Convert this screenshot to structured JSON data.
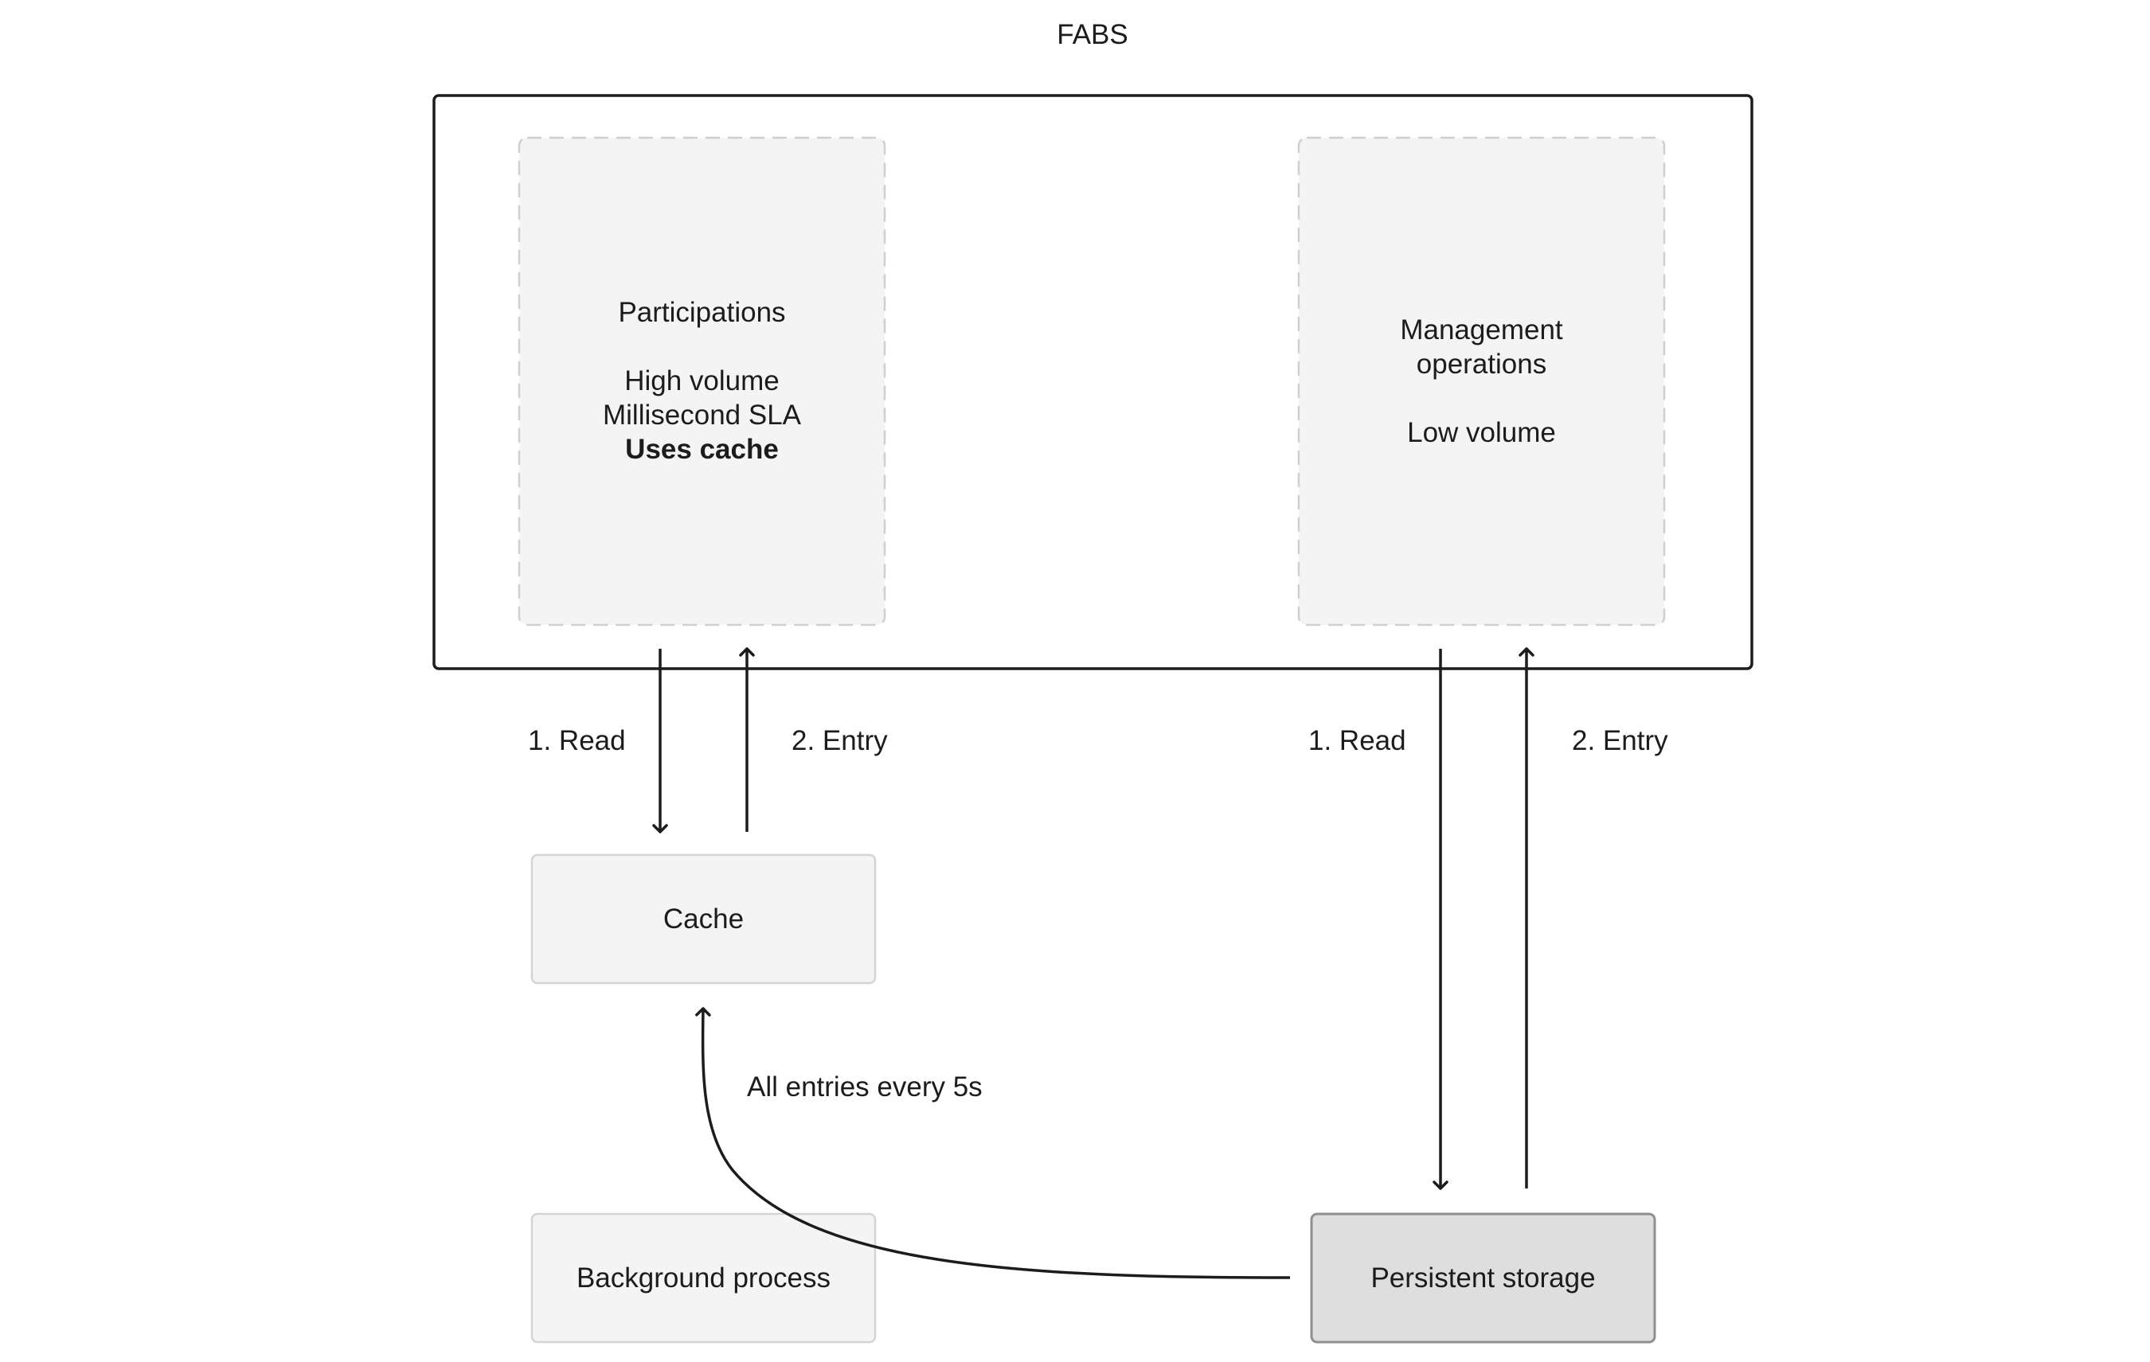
{
  "diagram": {
    "title": "FABS",
    "participations": {
      "title": "Participations",
      "line1": "High volume",
      "line2": "Millisecond SLA",
      "line3": "Uses cache"
    },
    "management": {
      "line1": "Management",
      "line2": "operations",
      "line3": "Low volume"
    },
    "left_read": "1. Read",
    "left_entry": "2. Entry",
    "right_read": "1. Read",
    "right_entry": "2. Entry",
    "cache": "Cache",
    "background": "Background process",
    "storage": "Persistent storage",
    "refresh": "All entries every 5s"
  },
  "colors": {
    "stroke": "#1c1c1c",
    "panel_fill": "#f4f4f4",
    "panel_dash": "#cfcfcf",
    "box_fill": "#f4f4f4",
    "box_border": "#d4d4d4",
    "storage_fill": "#dddedd",
    "storage_border": "#8f8f8f"
  }
}
